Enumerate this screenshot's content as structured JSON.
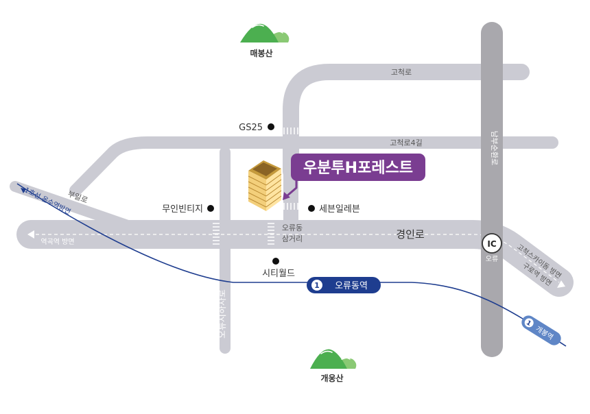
{
  "map": {
    "mountains": {
      "north": "매봉산",
      "south": "개웅산"
    },
    "roads": {
      "gocheok_ro": "고척로",
      "gocheok_ro_4gil": "고척로4길",
      "gyeongin_ro": "경인로",
      "buil_ro": "부일로",
      "nambu_ring_road": "남부순환로",
      "oryu_underpass": "오류지하차로",
      "to_yeokgok": "역곡역 방면",
      "to_gocheok_skydome": "고척스카이돔 방면",
      "to_guro_station": "구로역 방면"
    },
    "intersection": {
      "line1": "오류동",
      "line2": "삼거리"
    },
    "landmarks": {
      "gs25": "GS25",
      "muin_villa": "무인빈티지",
      "seven_eleven": "세븐일레븐",
      "city_world": "시티월드"
    },
    "destination": {
      "name": "우분투H포레스트",
      "color": "#7a3d91"
    },
    "interchange": {
      "badge": "IC",
      "label": "오류"
    },
    "subway": {
      "line_color": "#1e3d8f",
      "station_main": {
        "line_number": "1",
        "name": "오류동역"
      },
      "station_gaebong": {
        "line_number": "1",
        "name": "개봉역"
      },
      "direction_label": "1호선 온수역방면"
    },
    "colors": {
      "road": "#cbcbd3",
      "highway": "#a9a8ad",
      "mountain": "#4caf50",
      "label": "#555555"
    }
  }
}
